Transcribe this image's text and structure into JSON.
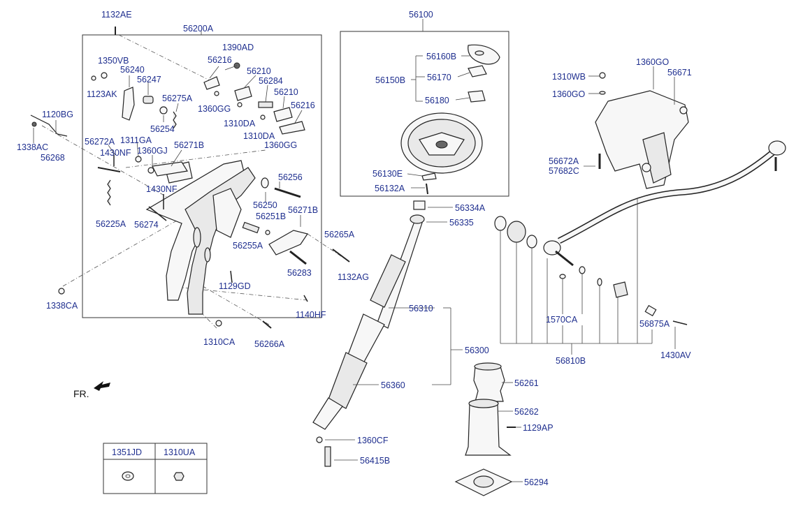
{
  "labels": {
    "l56200A": "56200A",
    "l1132AE": "1132AE",
    "l56100": "56100",
    "l1390AD": "1390AD",
    "l1350VB": "1350VB",
    "l56240": "56240",
    "l56216a": "56216",
    "l56210a": "56210",
    "l56247": "56247",
    "l56284": "56284",
    "l1123AK": "1123AK",
    "l56275A": "56275A",
    "l56210b": "56210",
    "l1360GGa": "1360GG",
    "l56216b": "56216",
    "l1120BG": "1120BG",
    "l56254": "56254",
    "l1310DAa": "1310DA",
    "l1310DAb": "1310DA",
    "l1338AC": "1338AC",
    "l56268": "56268",
    "l56272A": "56272A",
    "l1311GA": "1311GA",
    "l1360GGb": "1360GG",
    "l1430NFa": "1430NF",
    "l1360GJ": "1360GJ",
    "l56271Ba": "56271B",
    "l1430NFb": "1430NF",
    "l56256": "56256",
    "l56250": "56250",
    "l56225A": "56225A",
    "l56274": "56274",
    "l56251B": "56251B",
    "l56271Bb": "56271B",
    "l56255A": "56255A",
    "l56265A": "56265A",
    "l1132AG": "1132AG",
    "l56283": "56283",
    "l1129GD": "1129GD",
    "l1338CA": "1338CA",
    "l1140HF": "1140HF",
    "l1310CA": "1310CA",
    "l56266A": "56266A",
    "l56160B": "56160B",
    "l56150B": "56150B",
    "l56170": "56170",
    "l56180": "56180",
    "l56130E": "56130E",
    "l56132A": "56132A",
    "l56334A": "56334A",
    "l56335": "56335",
    "l56310": "56310",
    "l56300": "56300",
    "l56360": "56360",
    "l1360CF": "1360CF",
    "l56415B": "56415B",
    "l56261": "56261",
    "l56262": "56262",
    "l1129AP": "1129AP",
    "l56294": "56294",
    "l1360GO": "1360GO",
    "l1310WB": "1310WB",
    "l56671": "56671",
    "l1360GOb": "1360GO",
    "l56672A": "56672A",
    "l57682C": "57682C",
    "l1570CA": "1570CA",
    "l56875A": "56875A",
    "l56810B": "56810B",
    "l1430AV": "1430AV",
    "fr": "FR."
  },
  "legend_table": {
    "headers": [
      "1351JD",
      "1310UA"
    ]
  }
}
